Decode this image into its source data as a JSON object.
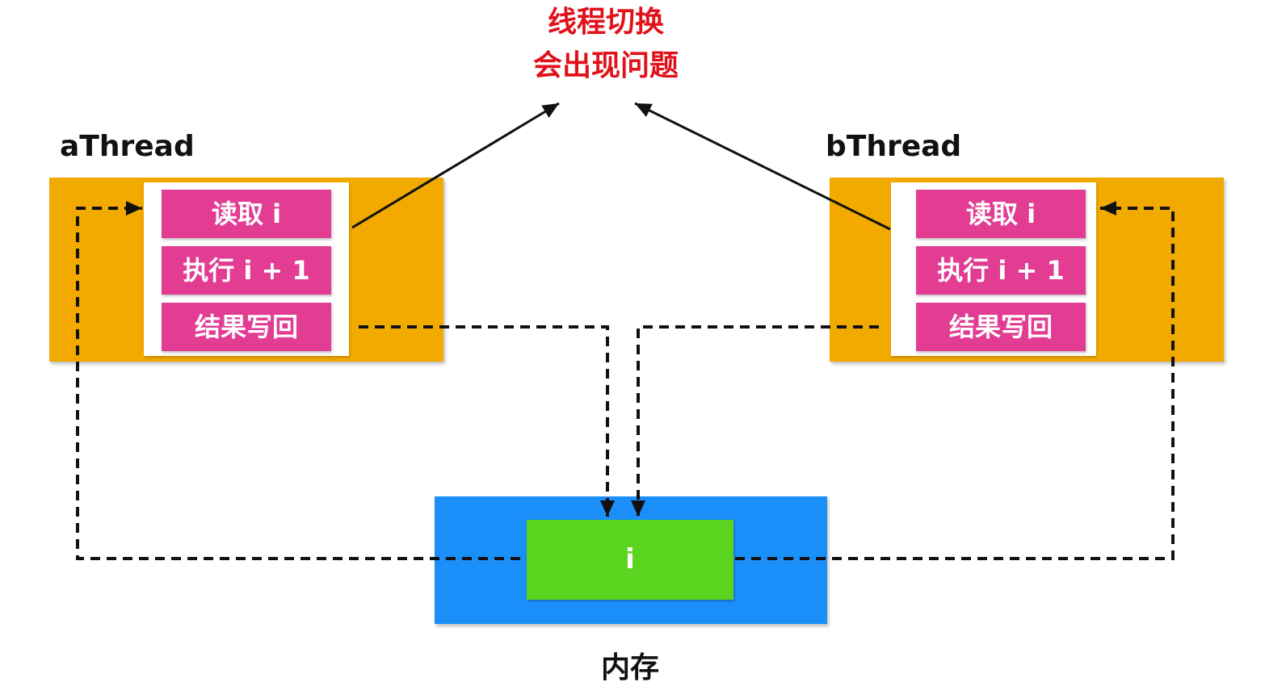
{
  "title": {
    "line1": "线程切换",
    "line2": "会出现问题",
    "color": "#e0111b"
  },
  "threads": [
    {
      "label": "aThread",
      "steps": [
        "读取 i",
        "执行 i + 1",
        "结果写回"
      ]
    },
    {
      "label": "bThread",
      "steps": [
        "读取 i",
        "执行 i + 1",
        "结果写回"
      ]
    }
  ],
  "memory": {
    "label": "内存",
    "variable": "i"
  },
  "colors": {
    "thread_box": "#f2a900",
    "step": "#e23d93",
    "memory_box": "#1b8ff9",
    "variable": "#5bd41f"
  }
}
